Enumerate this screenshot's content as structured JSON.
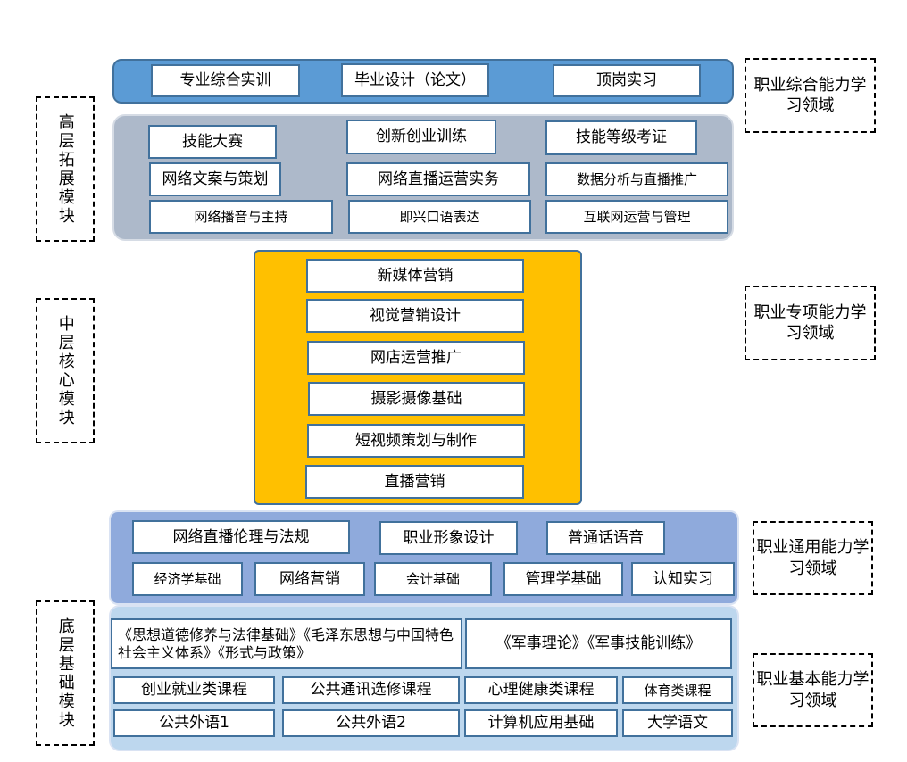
{
  "colors": {
    "top_band": "#5b9bd5",
    "expansion_band": "#adb9ca",
    "core_band": "#ffc000",
    "general_band": "#8faadc",
    "basic_band": "#bdd7ee",
    "box_border": "#41719c"
  },
  "left_labels": {
    "high": "高层拓展模块",
    "middle": "中层核心模块",
    "bottom": "底层基础模块"
  },
  "right_labels": {
    "comprehensive": "职业综合能力学习领域",
    "specialized": "职业专项能力学习领域",
    "general": "职业通用能力学习领域",
    "basic": "职业基本能力学习领域"
  },
  "top_band": {
    "items": [
      "专业综合实训",
      "毕业设计（论文）",
      "顶岗实习"
    ]
  },
  "expansion_band": {
    "row1": [
      "技能大赛",
      "创新创业训练",
      "技能等级考证"
    ],
    "row2": [
      "网络文案与策划",
      "网络直播运营实务",
      "数据分析与直播推广"
    ],
    "row3": [
      "网络播音与主持",
      "即兴口语表达",
      "互联网运营与管理"
    ]
  },
  "core_band": {
    "items": [
      "新媒体营销",
      "视觉营销设计",
      "网店运营推广",
      "摄影摄像基础",
      "短视频策划与制作",
      "直播营销"
    ]
  },
  "general_band": {
    "row1": [
      "网络直播伦理与法规",
      "职业形象设计",
      "普通话语音"
    ],
    "row2": [
      "经济学基础",
      "网络营销",
      "会计基础",
      "管理学基础",
      "认知实习"
    ]
  },
  "basic_band": {
    "row1": [
      "《思想道德修养与法律基础》《毛泽东思想与中国特色社会主义体系》《形式与政策》",
      "《军事理论》《军事技能训练》"
    ],
    "row2": [
      "创业就业类课程",
      "公共通讯选修课程",
      "心理健康类课程",
      "体育类课程"
    ],
    "row3": [
      "公共外语1",
      "公共外语2",
      "计算机应用基础",
      "大学语文"
    ]
  }
}
